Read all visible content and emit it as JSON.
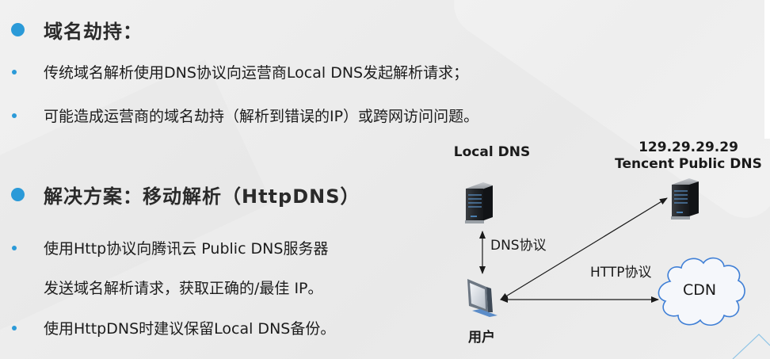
{
  "section1": {
    "heading": "域名劫持：",
    "bullets": [
      "传统域名解析使用DNS协议向运营商Local DNS发起解析请求；",
      "可能造成运营商的域名劫持（解析到错误的IP）或跨网访问问题。"
    ]
  },
  "section2": {
    "heading": "解决方案：移动解析（HttpDNS）",
    "bullets": [
      "使用Http协议向腾讯云 Public DNS服务器",
      "发送域名解析请求，获取正确的/最佳 IP。",
      "使用HttpDNS时建议保留Local DNS备份。"
    ]
  },
  "diagram": {
    "local_dns_label": "Local DNS",
    "public_dns_ip": "129.29.29.29",
    "public_dns_label": "Tencent Public DNS",
    "user_label": "用户",
    "cdn_label": "CDN",
    "dns_protocol_label": "DNS协议",
    "http_protocol_label": "HTTP协议",
    "icons": [
      "server-icon",
      "server-icon",
      "computer-monitor-icon",
      "cloud-icon"
    ]
  },
  "colors": {
    "accent": "#2b9ad8",
    "cloud_stroke": "#3f7fd6",
    "arrow": "#1a1a1a",
    "background": "#ececec"
  }
}
